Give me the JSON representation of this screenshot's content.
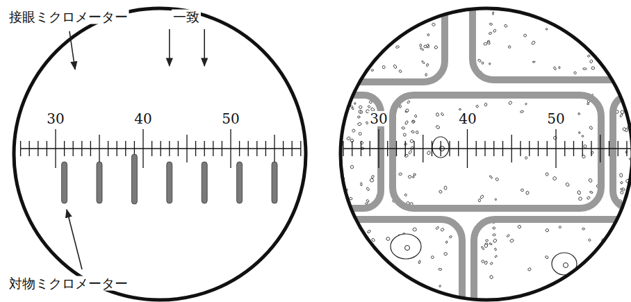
{
  "diagram": {
    "labels": [
      "接眼ミクロメーター",
      "一致",
      "対物ミクロメーター",
      "30",
      "40",
      "50",
      "30",
      "40",
      "50"
    ]
  }
}
